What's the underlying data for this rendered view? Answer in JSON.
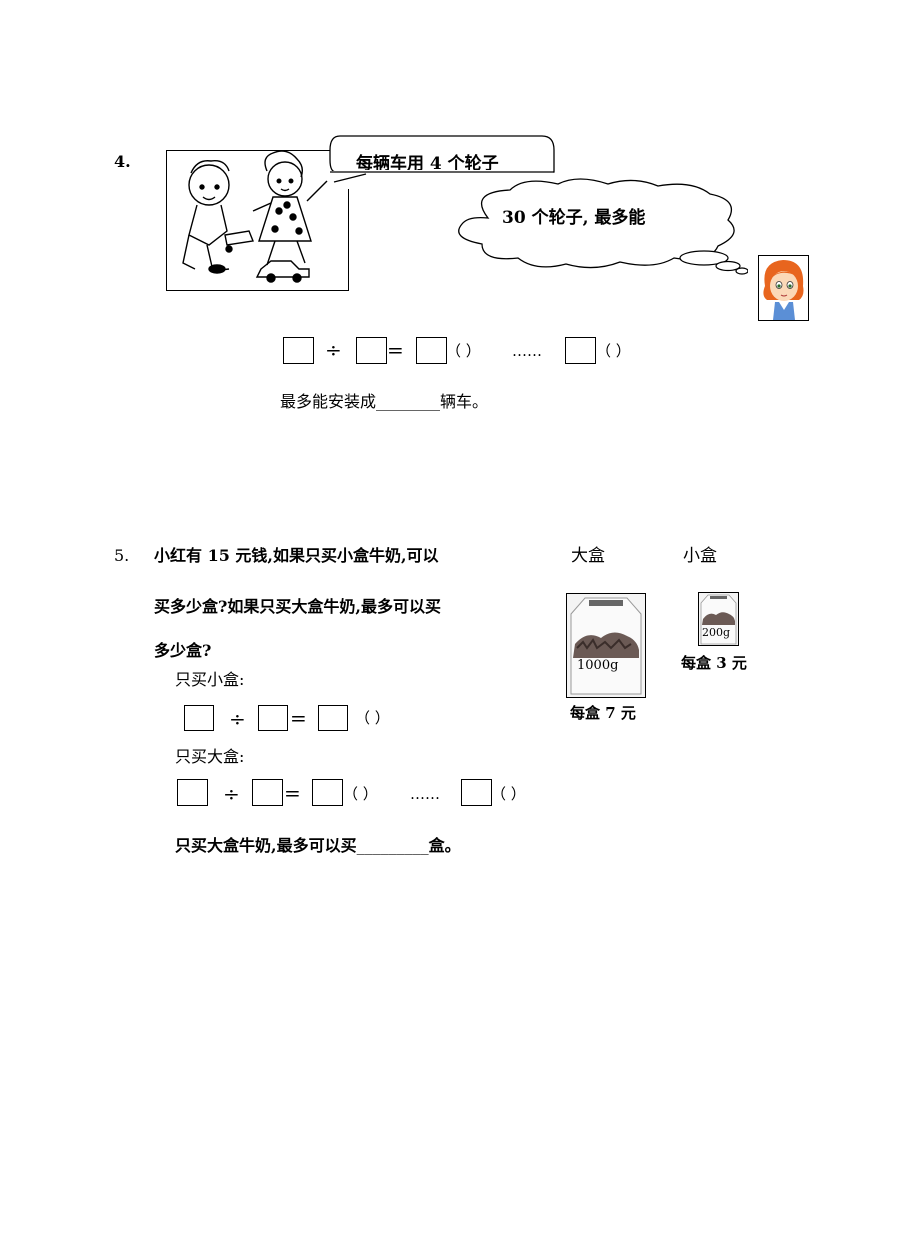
{
  "q4": {
    "number": "4.",
    "speech_text": "每辆车用 4 个轮子",
    "thought_text": "30 个轮子, 最多能",
    "eq": {
      "div": "÷",
      "eq": "=",
      "p1": "（     ）",
      "dots": "……",
      "p2": "（     ）"
    },
    "answer": {
      "before": "最多能安装成",
      "blank": "________",
      "after": "辆车。"
    }
  },
  "q5": {
    "number": "5.",
    "line1": "小红有 15 元钱,如果只买小盒牛奶,可以",
    "line2": "买多少盒?如果只买大盒牛奶,最多可以买",
    "line3": "多少盒?",
    "small_label": "只买小盒:",
    "eq1": {
      "div": "÷",
      "eq": "=",
      "p1": "（     ）"
    },
    "big_label": "只买大盒:",
    "eq2": {
      "div": "÷",
      "eq": "=",
      "p1": "（     ）",
      "dots": "……",
      "p2": "（     ）"
    },
    "answer": {
      "before": "只买大盒牛奶,最多可以买",
      "blank": "_________",
      "after": "盒。"
    },
    "big_box": {
      "label": "大盒",
      "weight": "1000g",
      "price": "每盒 7 元"
    },
    "small_box": {
      "label": "小盒",
      "weight": "200g",
      "price": "每盒 3 元"
    }
  }
}
